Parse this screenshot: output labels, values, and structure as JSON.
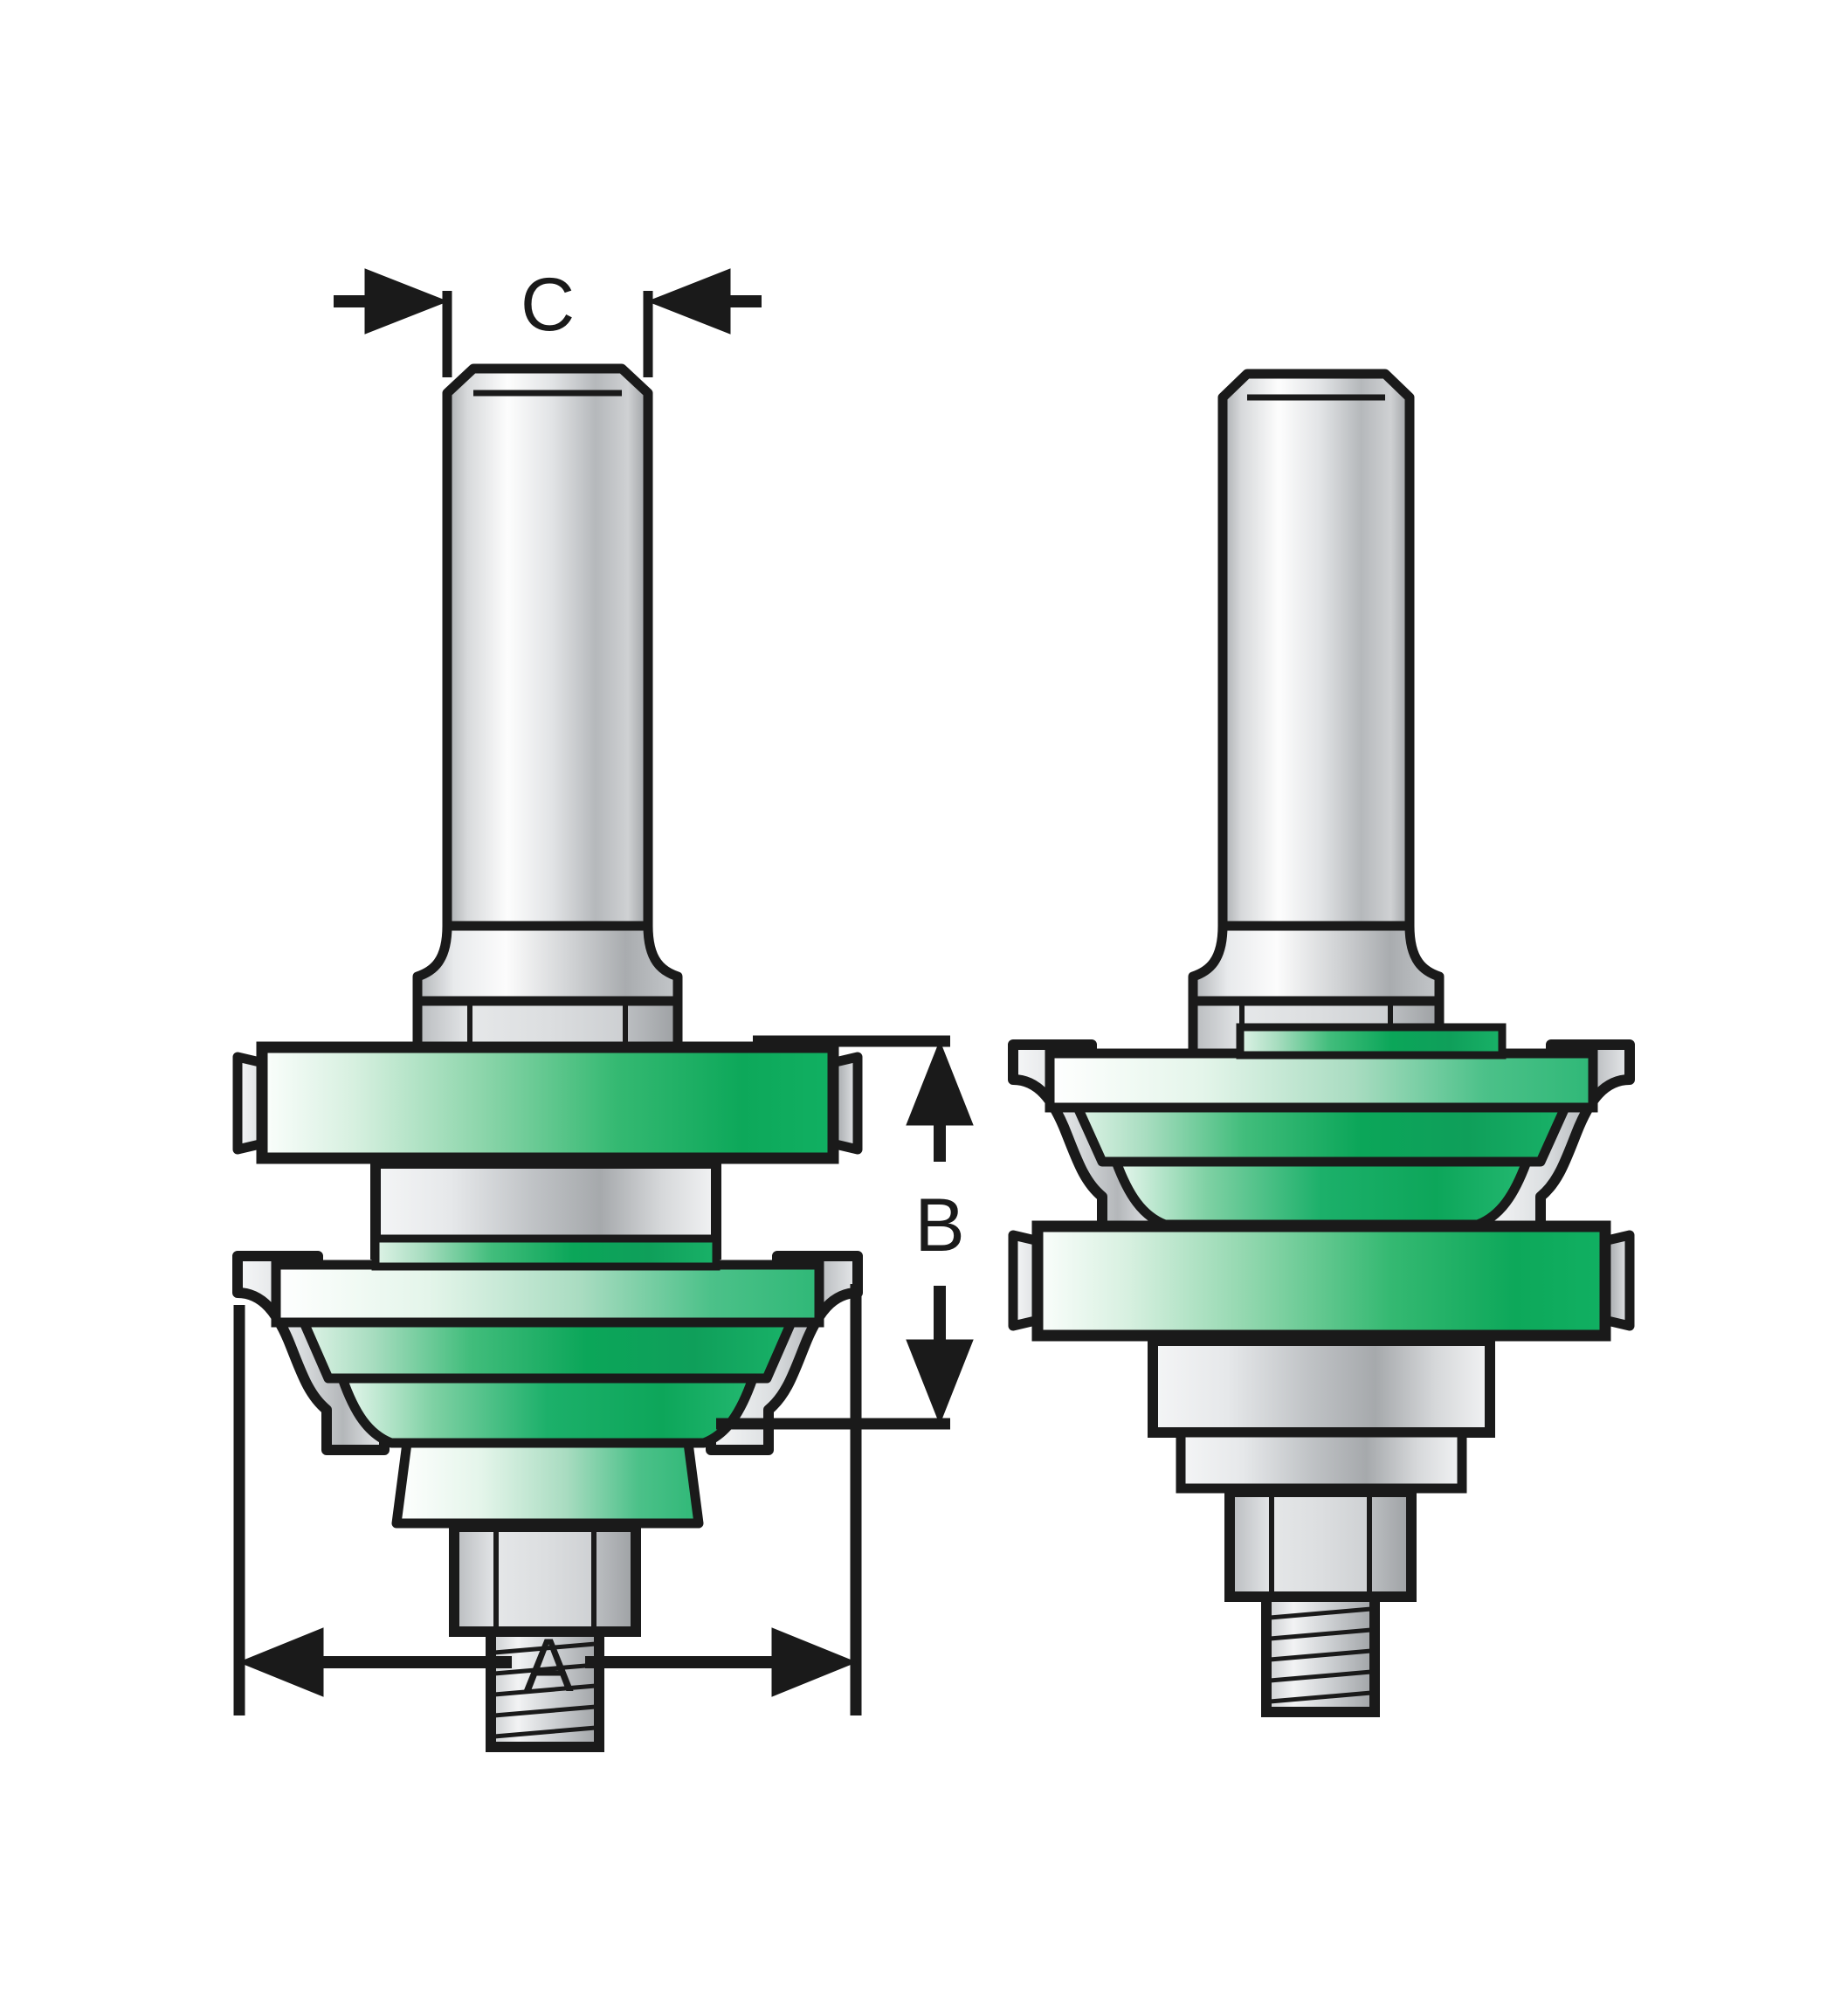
{
  "figure": {
    "type": "technical-line-drawing",
    "subject": "matched rail-and-stile router bit set",
    "background_color": "#ffffff",
    "outline_color": "#1a1a1a",
    "carbide_color": "#16a85a",
    "carbide_highlight": "#ffffff",
    "steel_light": "#ffffff",
    "steel_mid": "#b9bcbf",
    "steel_dark": "#8f9295"
  },
  "dimensions": {
    "a": {
      "label": "A",
      "name": "overall-cutting-diameter",
      "orientation": "horizontal",
      "arrow_style": "outward-pointing"
    },
    "b": {
      "label": "B",
      "name": "overall-cutting-height",
      "orientation": "vertical",
      "arrow_style": "outward-pointing"
    },
    "c": {
      "label": "C",
      "name": "shank-diameter",
      "orientation": "horizontal",
      "arrow_style": "inward-pointing"
    }
  },
  "bits": [
    {
      "id": "left-bit",
      "name": "stile-cutter-bit",
      "position": "left",
      "parts": [
        {
          "name": "shank",
          "material": "steel"
        },
        {
          "name": "shank-chamfer",
          "material": "steel"
        },
        {
          "name": "hex-shoulder",
          "material": "steel"
        },
        {
          "name": "slot-cutter",
          "material": "carbide",
          "position": "upper"
        },
        {
          "name": "spacer-collar",
          "material": "steel"
        },
        {
          "name": "profile-cutter",
          "material": "carbide",
          "position": "lower",
          "profile": "ogee"
        },
        {
          "name": "hex-nut",
          "material": "steel"
        },
        {
          "name": "threaded-stud",
          "material": "steel"
        }
      ]
    },
    {
      "id": "right-bit",
      "name": "rail-cutter-bit",
      "position": "right",
      "parts": [
        {
          "name": "shank",
          "material": "steel"
        },
        {
          "name": "shank-chamfer",
          "material": "steel"
        },
        {
          "name": "hex-shoulder",
          "material": "steel"
        },
        {
          "name": "profile-cutter",
          "material": "carbide",
          "position": "upper",
          "profile": "ogee"
        },
        {
          "name": "slot-cutter",
          "material": "carbide",
          "position": "lower"
        },
        {
          "name": "spacer-collar",
          "material": "steel"
        },
        {
          "name": "hex-nut",
          "material": "steel"
        },
        {
          "name": "threaded-stud",
          "material": "steel"
        }
      ]
    }
  ]
}
